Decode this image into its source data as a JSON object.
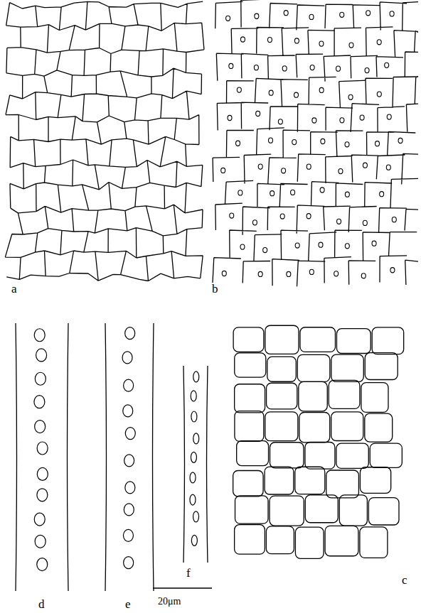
{
  "diagram": {
    "labels": [
      "a",
      "b",
      "c",
      "d",
      "e",
      "f",
      "20μm"
    ]
  }
}
